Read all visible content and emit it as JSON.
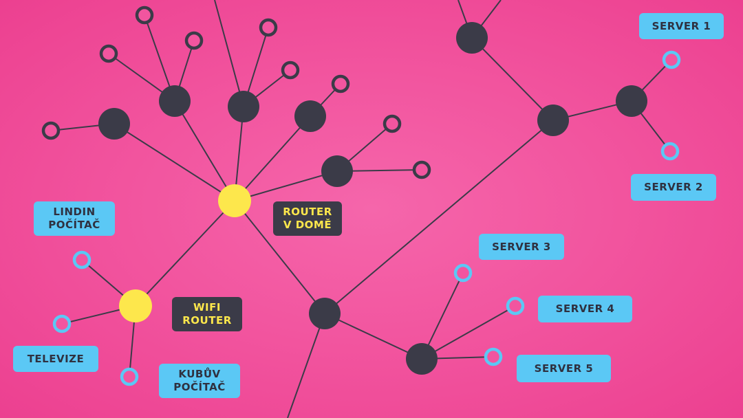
{
  "colors": {
    "background": "#f2559f",
    "line": "#3b3b48",
    "hub": "#3b3b48",
    "router": "#fde74c",
    "endpoint_dark": "#3b3b48",
    "endpoint_blue": "#5bc8f5",
    "label_blue_bg": "#5bc8f5",
    "label_dark_bg": "#3b3b48",
    "label_dark_text": "#fde74c"
  },
  "labels": {
    "router_home_line1": "ROUTER",
    "router_home_line2": "V DOMĚ",
    "wifi_router_line1": "WIFI",
    "wifi_router_line2": "ROUTER",
    "lindin_line1": "LINDIN",
    "lindin_line2": "POČÍTAČ",
    "televize": "TELEVIZE",
    "kubuv_line1": "KUBŮV",
    "kubuv_line2": "POČÍTAČ",
    "server1": "SERVER 1",
    "server2": "SERVER 2",
    "server3": "SERVER 3",
    "server4": "SERVER 4",
    "server5": "SERVER 5"
  }
}
